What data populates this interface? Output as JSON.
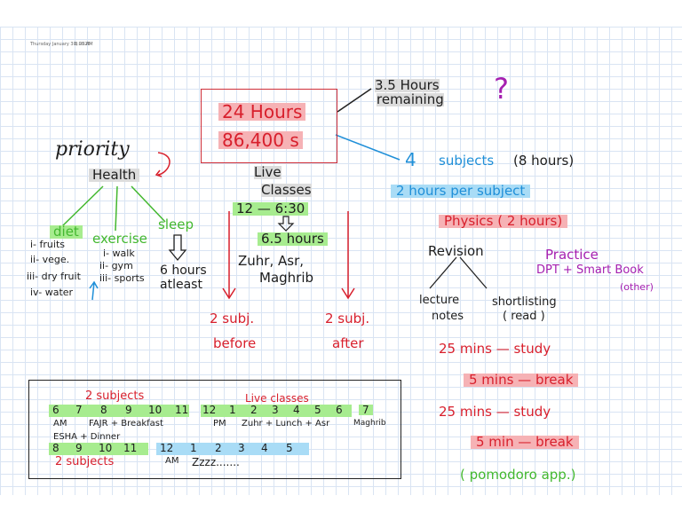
{
  "header": {
    "date": "Thursday January 30, 2025",
    "time": "8:05 AM"
  },
  "colors": {
    "red": "#d81f2c",
    "blue": "#1f8fd8",
    "green": "#43b82f",
    "purple": "#a51fb0",
    "highlight_red": "#f6b2b5",
    "highlight_green": "#a7ec8f",
    "highlight_blue": "#a9dcf6",
    "highlight_gray": "#dcdcdc"
  },
  "center": {
    "hours": "24 Hours",
    "seconds": "86,400 s",
    "remaining_top": "3.5 Hours",
    "remaining_bottom": "remaining",
    "question": "?",
    "live": "Live",
    "classes": "Classes",
    "time_range": "12 — 6:30",
    "duration": "6.5 hours",
    "prayers_line1": "Zuhr, Asr,",
    "prayers_line2": "Maghrib",
    "before_1": "2 subj.",
    "before_2": "before",
    "after_1": "2 subj.",
    "after_2": "after"
  },
  "priority": {
    "title": "priority",
    "health": "Health",
    "diet": "diet",
    "diet_items": [
      "i- fruits",
      "ii- vege.",
      "iii- dry fruit",
      "iv- water"
    ],
    "exercise": "exercise",
    "exercise_items": [
      "i- walk",
      "ii- gym",
      "iii- sports"
    ],
    "sleep": "sleep",
    "sleep_goal_1": "6 hours",
    "sleep_goal_2": "atleast"
  },
  "subjects": {
    "count": "4",
    "label": "subjects",
    "hours": "(8 hours)",
    "per_subject": "2 hours per subject",
    "physics": "Physics ( 2 hours)",
    "revision": "Revision",
    "lecture_1": "lecture",
    "lecture_2": "notes",
    "shortlisting": "shortlisting",
    "read": "( read )",
    "practice": "Practice",
    "dpt": "DPT + Smart Book",
    "other": "(other)"
  },
  "pomodoro": {
    "study_1": "25 mins — study",
    "break_1": "5 mins — break",
    "study_2": "25 mins — study",
    "break_2": "5 min — break",
    "app": "( pomodoro app.)"
  },
  "schedule": {
    "top_left_label": "2 subjects",
    "top_right_label": "Live classes",
    "row1_hours_a": [
      "6",
      "7",
      "8",
      "9",
      "10",
      "11"
    ],
    "row1_hours_b": [
      "12",
      "1",
      "2",
      "3",
      "4",
      "5",
      "6"
    ],
    "row1_hours_c": [
      "7"
    ],
    "am": "AM",
    "fajr": "FAJR + Breakfast",
    "pm": "PM",
    "zuhr": "Zuhr + Lunch + Asr",
    "maghrib": "Maghrib",
    "esha": "ESHA + Dinner",
    "row2_hours_a": [
      "8",
      "9",
      "10",
      "11"
    ],
    "row2_hours_b": [
      "12",
      "1",
      "2",
      "3",
      "4",
      "5"
    ],
    "am2": "AM",
    "sleep": "Zzzz.......",
    "bottom_label": "2 subjects"
  }
}
